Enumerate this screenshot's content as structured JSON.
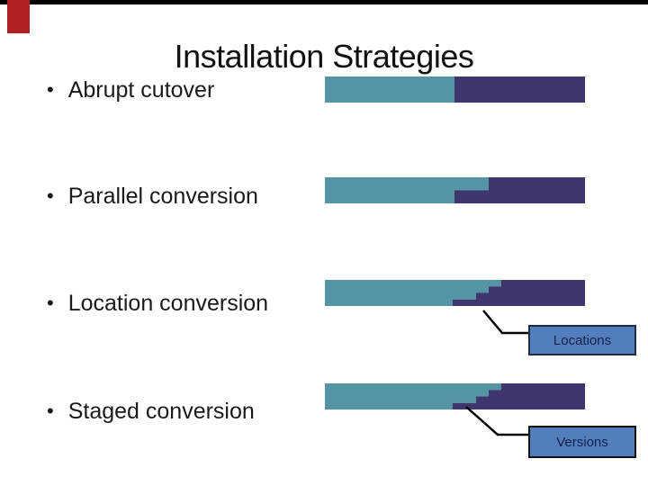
{
  "slide": {
    "title": "Installation Strategies",
    "bullet_char": "•",
    "bullets": [
      {
        "label": "Abrupt cutover"
      },
      {
        "label": "Parallel conversion"
      },
      {
        "label": "Location conversion"
      },
      {
        "label": "Staged conversion"
      }
    ],
    "callouts": {
      "locations": "Locations",
      "versions": "Versions"
    },
    "colors": {
      "old_system_bar": "#5594A4",
      "new_system_bar": "#3F366E",
      "callout_fill": "#527FBC",
      "callout_text": "#15204A",
      "callout_line": "#000000",
      "accent_red_tab": "#B02020",
      "top_border": "#000000"
    }
  }
}
